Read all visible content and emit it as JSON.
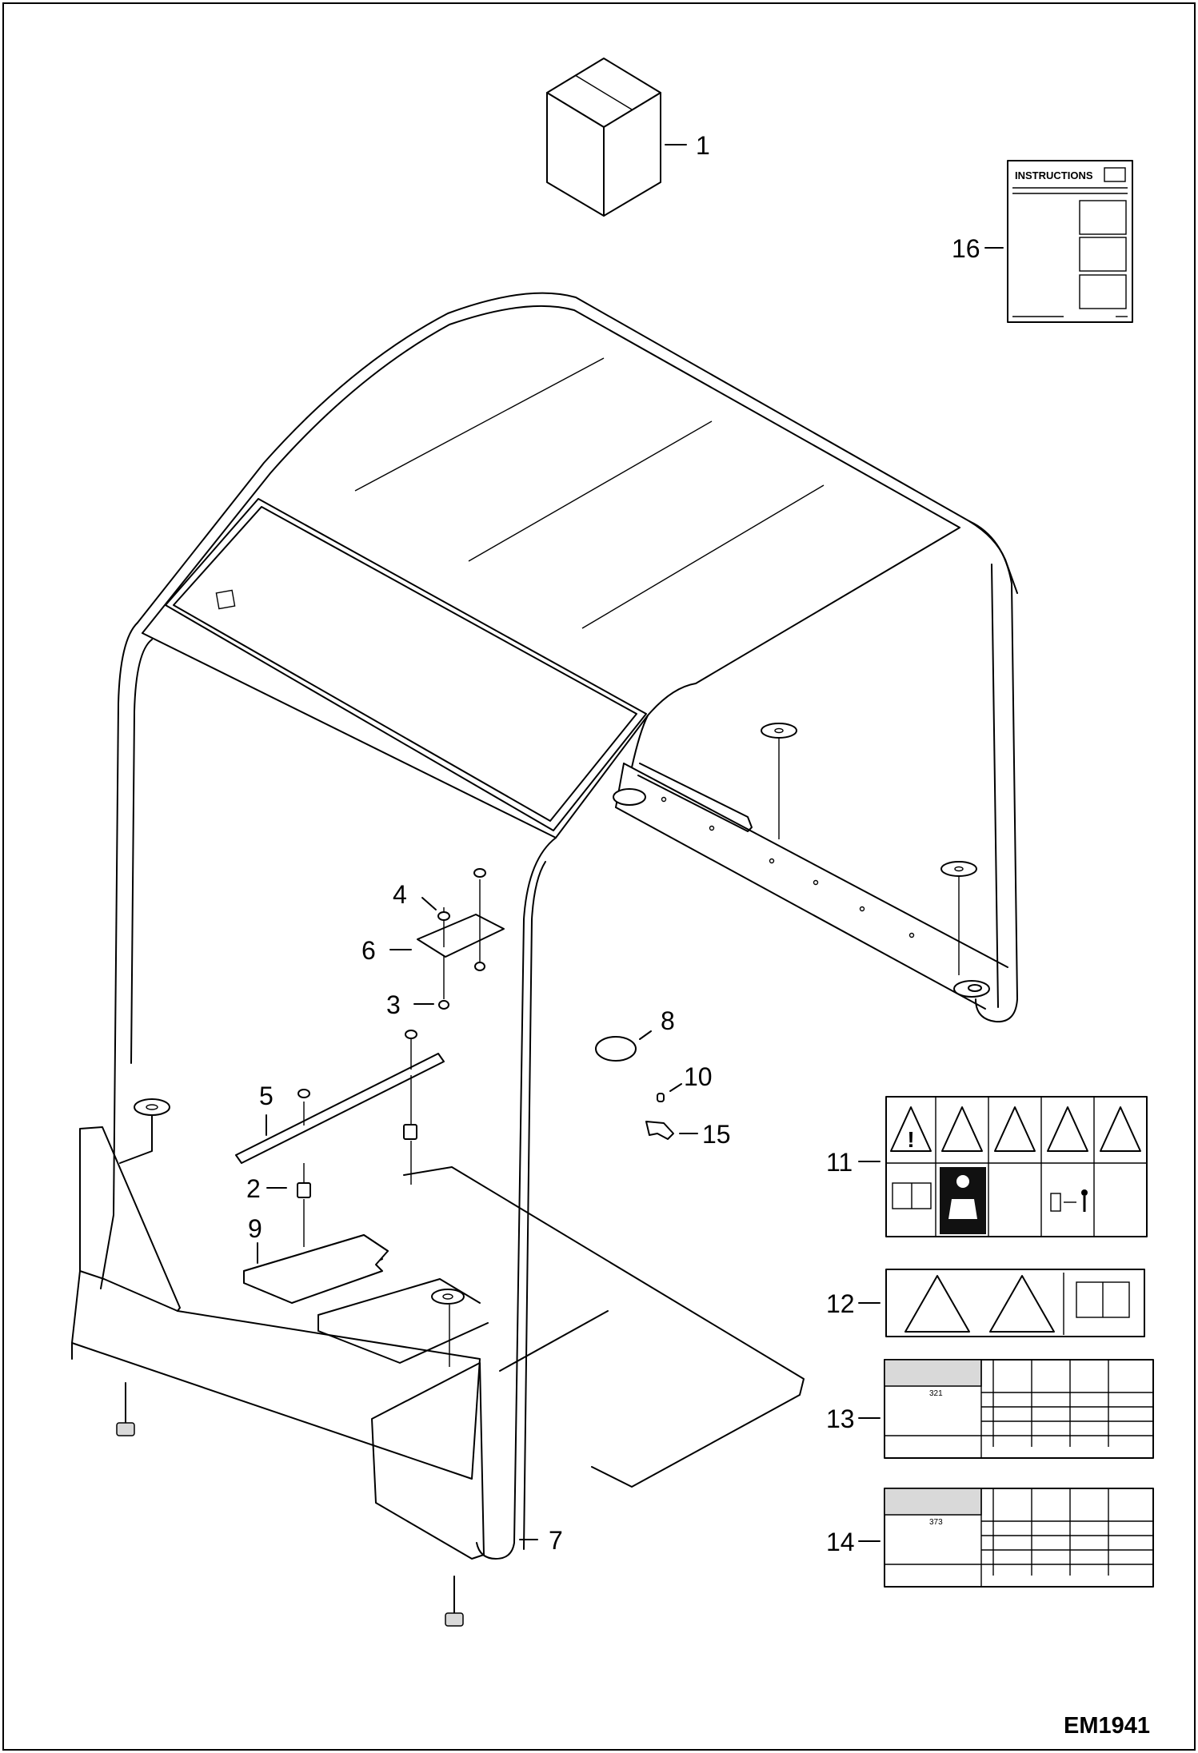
{
  "drawing": {
    "code": "EM1941",
    "callouts": [
      "1",
      "2",
      "3",
      "4",
      "5",
      "6",
      "7",
      "8",
      "9",
      "10",
      "11",
      "12",
      "13",
      "14",
      "15",
      "16"
    ],
    "instructions_label": "INSTRUCTIONS",
    "decal_13_number": "321",
    "decal_14_number": "373"
  }
}
